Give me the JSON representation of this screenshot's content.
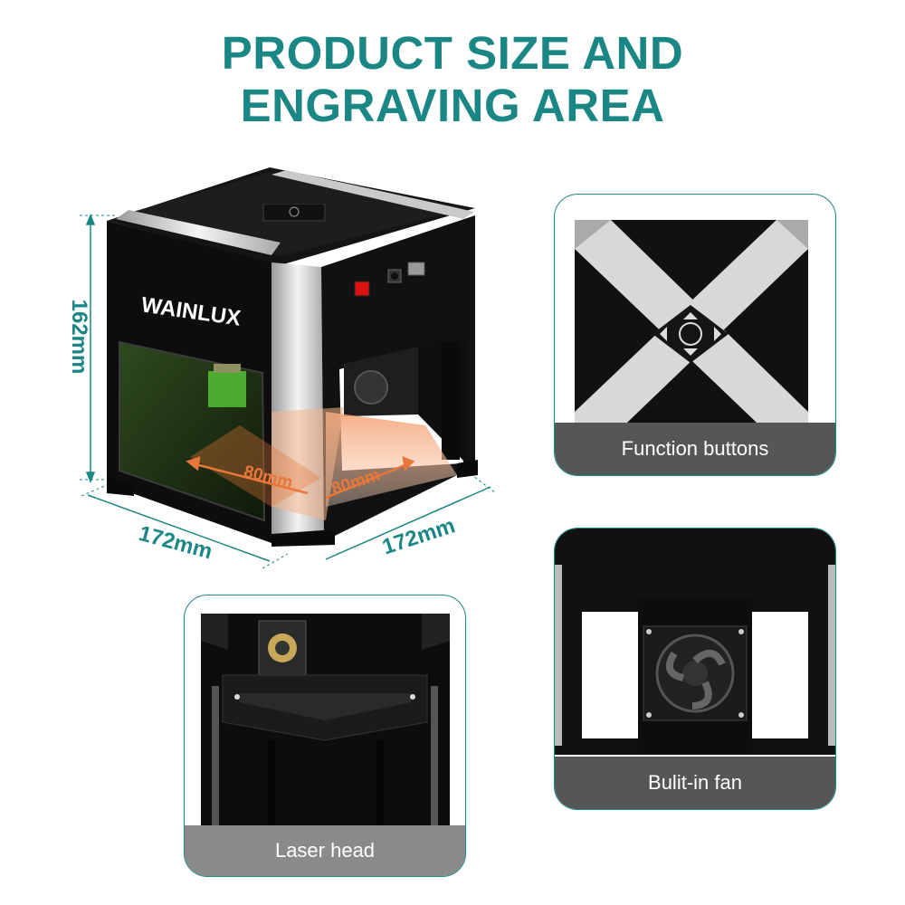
{
  "title": {
    "line1": "PRODUCT SIZE AND",
    "line2": "ENGRAVING AREA"
  },
  "brand": "WAINLUX",
  "dimensions": {
    "height": "162mm",
    "width": "172mm",
    "depth": "172mm",
    "area_x": "80mm",
    "area_y": "80mm"
  },
  "insets": {
    "function_buttons": "Function buttons",
    "fan": "Bulit-in fan",
    "laser_head": "Laser head"
  },
  "colors": {
    "accent": "#1a8785",
    "engrave_label": "#e8783a",
    "caption_bg": "#565656"
  }
}
